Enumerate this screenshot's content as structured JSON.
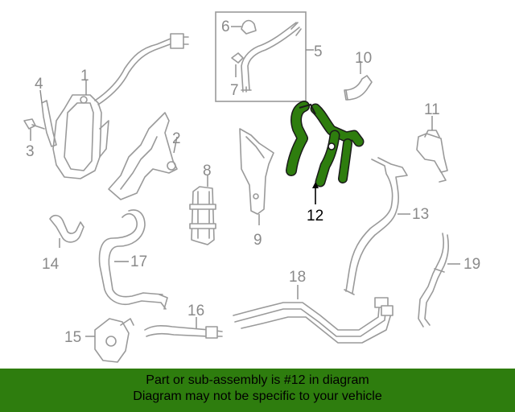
{
  "colors": {
    "highlight": "#2e7d0e",
    "footer_bg": "#2e7d0e",
    "line": "#9a9a9a",
    "label": "#8a8a8a"
  },
  "callouts": {
    "c1": "1",
    "c2": "2",
    "c3": "3",
    "c4": "4",
    "c5": "5",
    "c6": "6",
    "c7": "7",
    "c8": "8",
    "c9": "9",
    "c10": "10",
    "c11": "11",
    "c12": "12",
    "c13": "13",
    "c14": "14",
    "c15": "15",
    "c16": "16",
    "c17": "17",
    "c18": "18",
    "c19": "19"
  },
  "highlighted_part": "12",
  "footer": {
    "line1": "Part or sub-assembly is #12 in diagram",
    "line2": "Diagram may not be specific to your vehicle"
  }
}
